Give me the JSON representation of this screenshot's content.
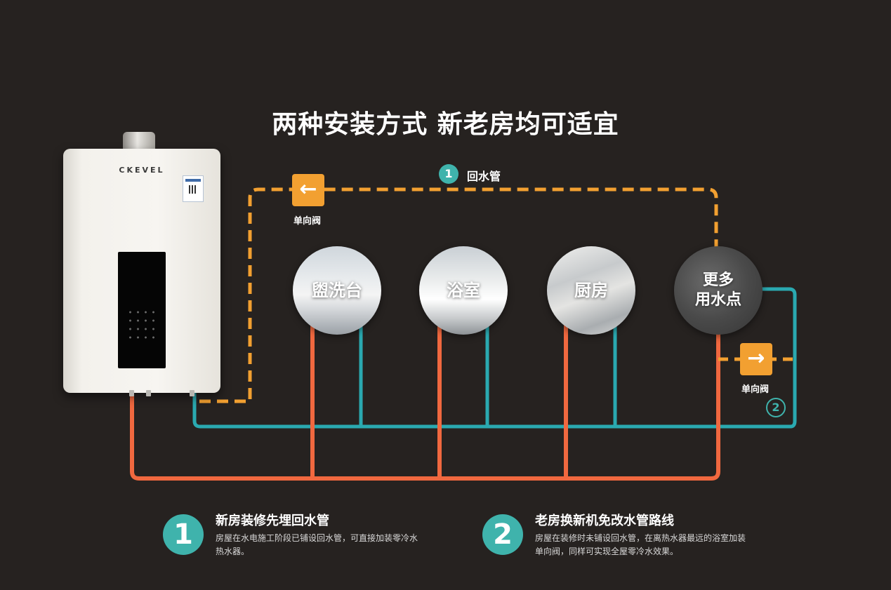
{
  "title": "两种安装方式 新老房均可适宜",
  "heater": {
    "brand": "CKEVEL"
  },
  "return_pipe": {
    "badge": "1",
    "label": "回水管"
  },
  "valves": [
    {
      "arrow": "←",
      "label": "单向阀"
    },
    {
      "arrow": "→",
      "label": "单向阀",
      "badge": "2"
    }
  ],
  "spots": [
    {
      "label": "盥洗台"
    },
    {
      "label": "浴室"
    },
    {
      "label": "厨房"
    },
    {
      "label": "更多\n用水点"
    }
  ],
  "methods": [
    {
      "number": "1",
      "title": "新房装修先埋回水管",
      "desc": "房屋在水电施工阶段已铺设回水管，可直接加装零冷水热水器。"
    },
    {
      "number": "2",
      "title": "老房换新机免改水管路线",
      "desc": "房屋在装修时未铺设回水管，在离热水器最远的浴室加装单向阀，同样可实现全屋零冷水效果。"
    }
  ],
  "colors": {
    "hot_pipe": "#f0683f",
    "cold_pipe": "#2aa9b0",
    "return_pipe": "#f2a031",
    "badge": "#3fb3ac",
    "background": "#262220"
  }
}
